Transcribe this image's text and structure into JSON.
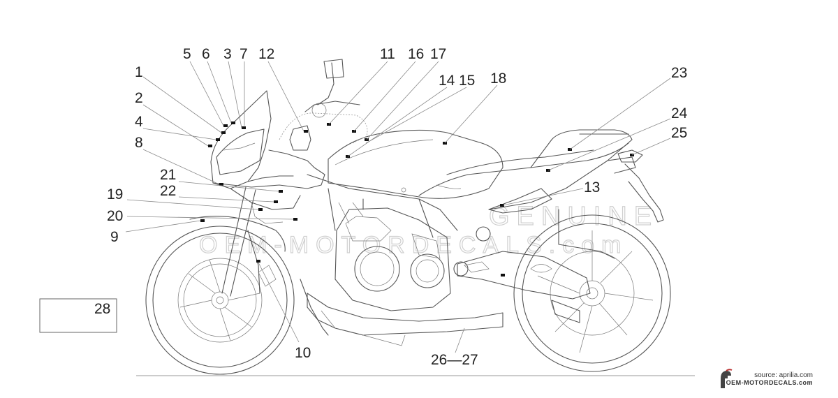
{
  "callouts": [
    "1",
    "2",
    "3",
    "4",
    "5",
    "6",
    "7",
    "8",
    "9",
    "10",
    "11",
    "12",
    "13",
    "14",
    "15",
    "16",
    "17",
    "18",
    "19",
    "20",
    "21",
    "22",
    "23",
    "24",
    "25",
    "26—27",
    "28"
  ],
  "watermark": {
    "line1": "GENUINE",
    "line2": "OEM-MOTORDECALS.com"
  },
  "credit": {
    "source": "source: aprilia.com",
    "site": "OEM-MOTORDECALS.com"
  },
  "colors": {
    "line": "#555555",
    "text": "#222222",
    "decal": "#111111"
  }
}
